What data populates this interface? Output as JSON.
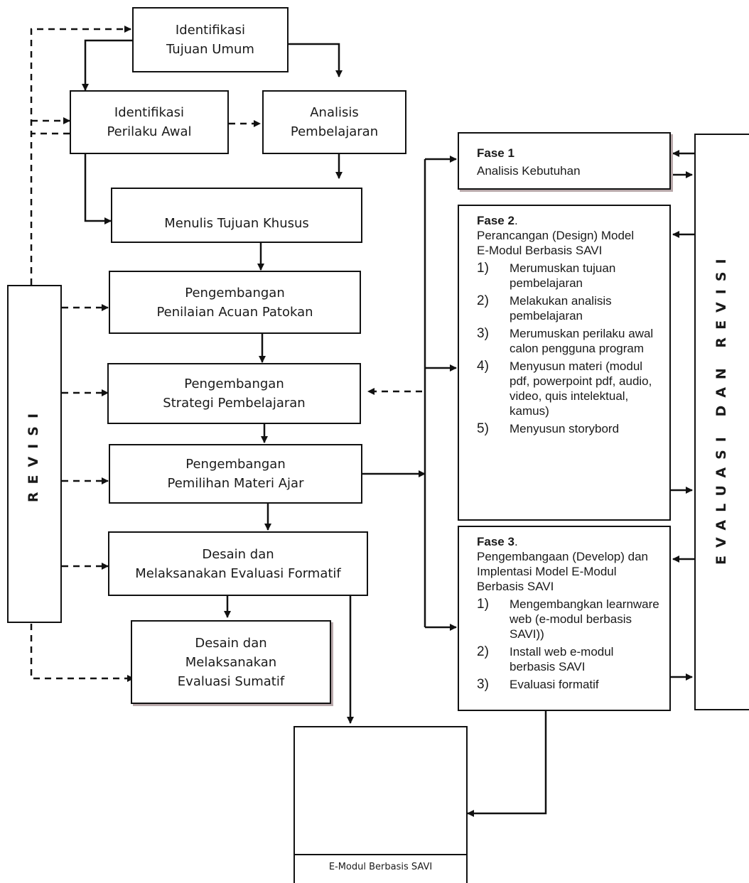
{
  "boxes": {
    "tujuan_umum": [
      "Identifikasi",
      "Tujuan Umum"
    ],
    "perilaku_awal": [
      "Identifikasi",
      "Perilaku Awal"
    ],
    "analisis": [
      "Analisis",
      "Pembelajaran"
    ],
    "tujuan_khusus": [
      "Menulis Tujuan Khusus"
    ],
    "penilaian": [
      "Pengembangan",
      "Penilaian Acuan Patokan"
    ],
    "strategi": [
      "Pengembangan",
      "Strategi Pembelajaran"
    ],
    "materi": [
      "Pengembangan",
      "Pemilihan Materi Ajar"
    ],
    "formatif": [
      "Desain dan",
      "Melaksanakan  Evaluasi Formatif"
    ],
    "sumatif": [
      "Desain dan",
      "Melaksanakan",
      "Evaluasi Sumatif"
    ]
  },
  "revisi_label": "REVISI",
  "evaluasi_label": "EVALUASI DAN REVISI",
  "fase1": {
    "title": "Fase 1",
    "desc": "Analisis Kebutuhan"
  },
  "fase2": {
    "title": "Fase 2",
    "desc": "Perancangan (Design) Model  E-Modul Berbasis SAVI",
    "steps": [
      {
        "num": "1)",
        "text": "Merumuskan tujuan pembelajaran"
      },
      {
        "num": "2)",
        "text": "Melakukan analisis pembelajaran"
      },
      {
        "num": "3)",
        "text": "Merumuskan perilaku awal calon pengguna program"
      },
      {
        "num": "4)",
        "text": "Menyusun materi (modul pdf, powerpoint pdf, audio, video, quis intelektual, kamus)"
      },
      {
        "num": "5)",
        "text": "Menyusun storybord"
      }
    ]
  },
  "fase3": {
    "title": "Fase 3",
    "desc": "Pengembangaan (Develop) dan Implentasi  Model E-Modul Berbasis SAVI",
    "steps": [
      {
        "num": "1)",
        "text": "Mengembangkan learnware web (e-modul berbasis SAVI))"
      },
      {
        "num": "2)",
        "text": "Install web e-modul berbasis SAVI"
      },
      {
        "num": "3)",
        "text": "Evaluasi formatif"
      }
    ]
  },
  "output_caption": "E-Modul Berbasis SAVI"
}
